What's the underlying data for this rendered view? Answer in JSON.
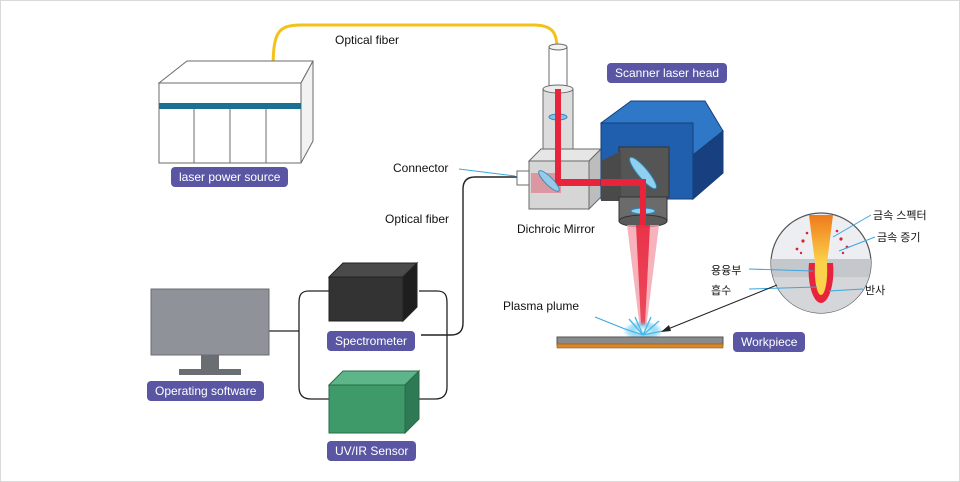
{
  "labels": {
    "optical_fiber_top": "Optical fiber",
    "optical_fiber_mid": "Optical fiber",
    "connector": "Connector",
    "dichroic_mirror": "Dichroic Mirror",
    "plasma_plume": "Plasma plume"
  },
  "pills": {
    "laser_power_source": "laser power source",
    "scanner_laser_head": "Scanner laser head",
    "spectrometer": "Spectrometer",
    "operating_software": "Operating software",
    "uv_ir_sensor": "UV/IR Sensor",
    "workpiece": "Workpiece"
  },
  "inset": {
    "metal_spatter": "금속 스펙터",
    "metal_vapor": "금속 증기",
    "molten_pool": "용융부",
    "absorption": "흡수",
    "reflection": "반사"
  },
  "colors": {
    "pill_bg": "#5a56a3",
    "fiber_yellow": "#f2c21b",
    "laser_red": "#e8243c",
    "scanner_blue": "#1f5fae",
    "spectrometer_dark": "#3a3a3a",
    "sensor_green": "#3f9a6a",
    "monitor_gray": "#8f9399",
    "workpiece_orange": "#d9892a"
  }
}
